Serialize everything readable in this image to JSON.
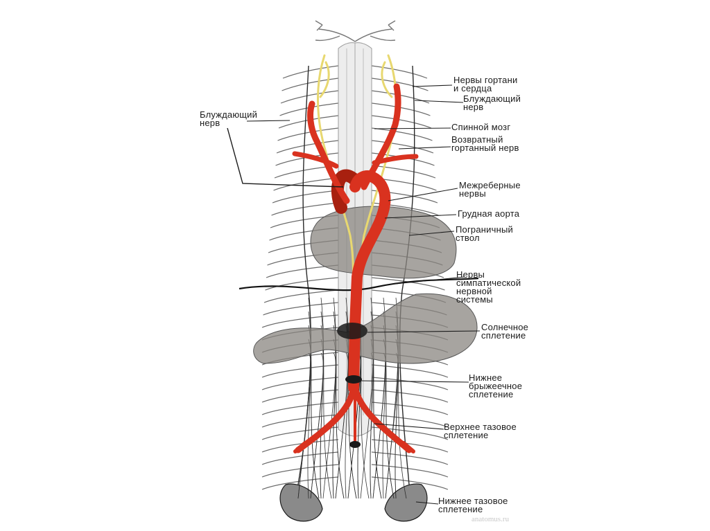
{
  "labels": {
    "larynx_heart_nerves": "Нервы гортани\nи сердца",
    "vagus_right": "Блуждающий\nнерв",
    "vagus_left": "Блуждающий\nнерв",
    "spinal_cord": "Спинной мозг",
    "recurrent_laryngeal": "Возвратный\nгортанный нерв",
    "intercostal_nerves": "Межреберные\nнервы",
    "thoracic_aorta": "Грудная аорта",
    "sympathetic_trunk": "Пограничный\nствол",
    "sympathetic_nerves": "Нервы\nсимпатической\nнервной\nсистемы",
    "solar_plexus": "Солнечное\nсплетение",
    "inferior_mesenteric_plexus": "Нижнее\nбрыжеечное\nсплетение",
    "superior_pelvic_plexus": "Верхнее тазовое\nсплетение",
    "inferior_pelvic_plexus": "Нижнее тазовое\nсплетение"
  },
  "watermark": "anatomus.ru",
  "colors": {
    "artery": "#d9321f",
    "artery_dark": "#a8200f",
    "nerve_yellow": "#e8d870",
    "nerve_dark": "#2a2a2a",
    "organ_fill": "#8a8680",
    "spinal_cord": "#ececec"
  }
}
